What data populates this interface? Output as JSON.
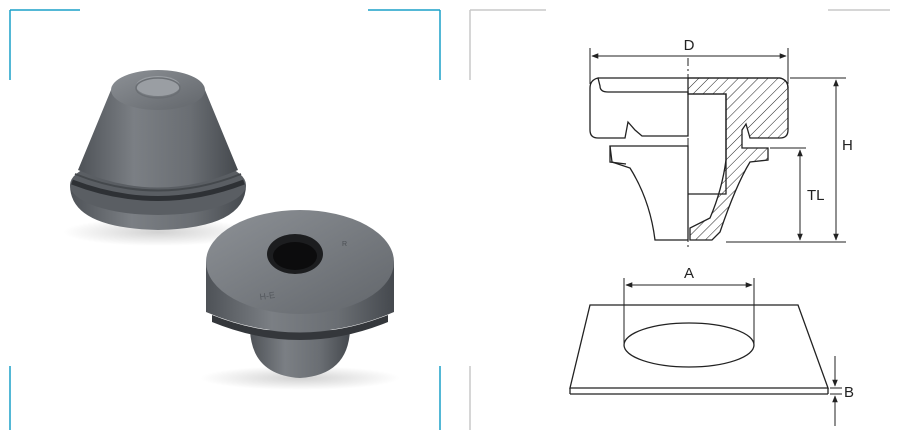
{
  "photo": {
    "caption": "",
    "frame_color": "#1aa0c8",
    "product_color": "#6f7378"
  },
  "drawing": {
    "labels": {
      "D": "D",
      "H": "H",
      "TL": "TL",
      "A": "A",
      "B": "B"
    },
    "line_color": "#222222",
    "frame_color": "#c8c8c8"
  }
}
